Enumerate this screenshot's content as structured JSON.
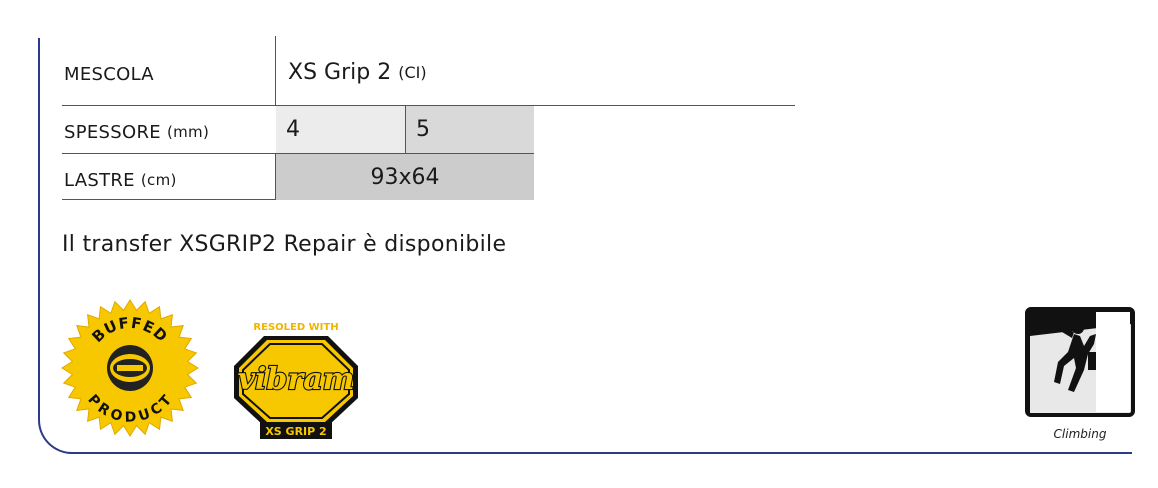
{
  "specs": {
    "mescola_label": "MESCOLA",
    "mescola_value": "XS Grip 2",
    "mescola_code": "(CI)",
    "spessore_label": "SPESSORE",
    "spessore_unit": "(mm)",
    "spessore_values": [
      "4",
      "5"
    ],
    "lastre_label": "LASTRE",
    "lastre_unit": "(cm)",
    "lastre_value": "93x64"
  },
  "note": "Il transfer XSGRIP2 Repair è disponibile",
  "badges": {
    "buffed_top": "BUFFED",
    "buffed_bottom": "PRODUCT",
    "vibram_header": "RESOLED WITH",
    "vibram_logo": "vibram",
    "vibram_footer": "XS GRIP 2",
    "climbing_caption": "Climbing"
  },
  "colors": {
    "accent_blue": "#2b3a8a",
    "badge_yellow": "#f7c800",
    "badge_black": "#111111"
  }
}
